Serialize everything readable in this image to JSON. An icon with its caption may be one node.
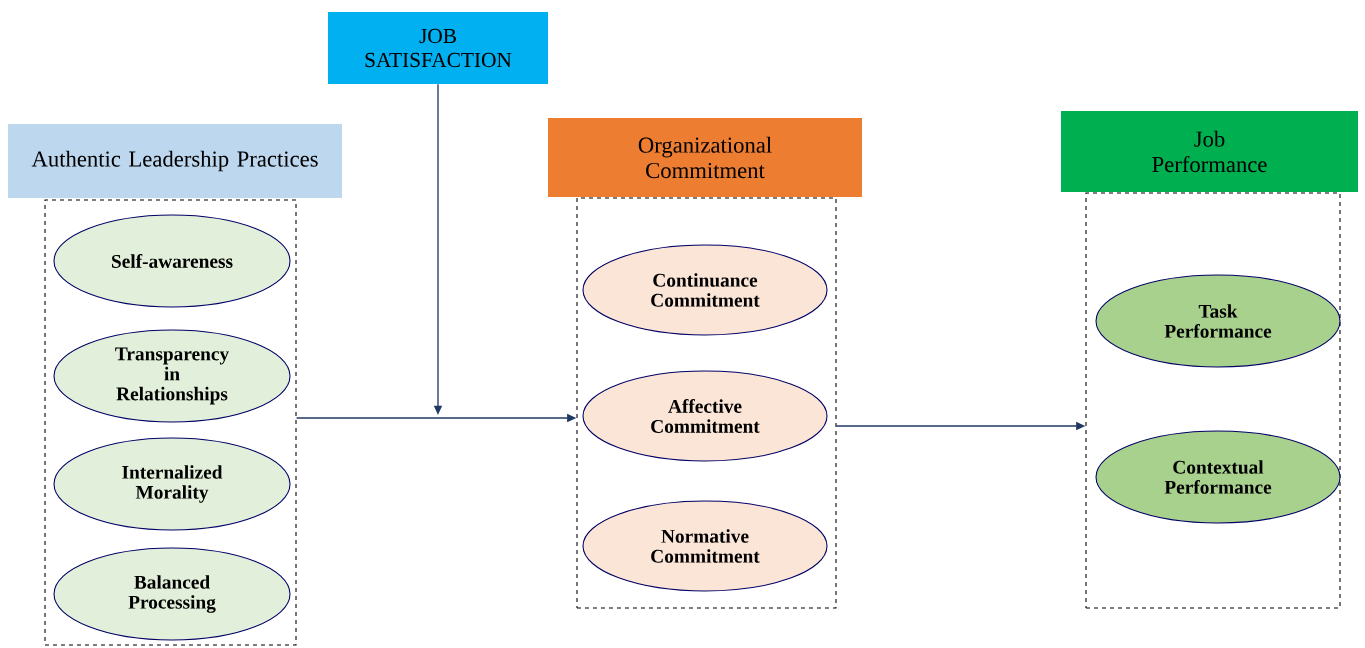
{
  "diagram": {
    "nodes": [
      {
        "text": [
          "JOB SATISFACTION"
        ]
      },
      {
        "text": [
          "Authentic Leadership Practices"
        ]
      },
      {
        "text": [
          "Self-awareness"
        ],
        "in": 1
      },
      {
        "text": [
          "Transparency in Relationships"
        ],
        "in": 1
      },
      {
        "text": [
          "Internalized Morality"
        ],
        "in": 1
      },
      {
        "text": [
          "Balanced Processing"
        ],
        "in": 1
      },
      {
        "text": [
          "Organizational Commitment"
        ]
      },
      {
        "text": [
          "Continuance Commitment"
        ],
        "in": 6
      },
      {
        "text": [
          "Affective Commitment"
        ],
        "in": 6
      },
      {
        "text": [
          "Normative Commitment"
        ],
        "in": 6
      },
      {
        "text": [
          "Job Performance"
        ]
      },
      {
        "text": [
          "Task Performance"
        ],
        "in": 10
      },
      {
        "text": [
          "Contextual Performance"
        ],
        "in": 10
      }
    ],
    "edges": [
      {
        "from": 1,
        "to": 6,
        "arrow": "to"
      },
      {
        "from": 6,
        "to": 10,
        "arrow": "to"
      },
      {
        "from": 0,
        "to": null,
        "arrow": "to"
      }
    ]
  }
}
